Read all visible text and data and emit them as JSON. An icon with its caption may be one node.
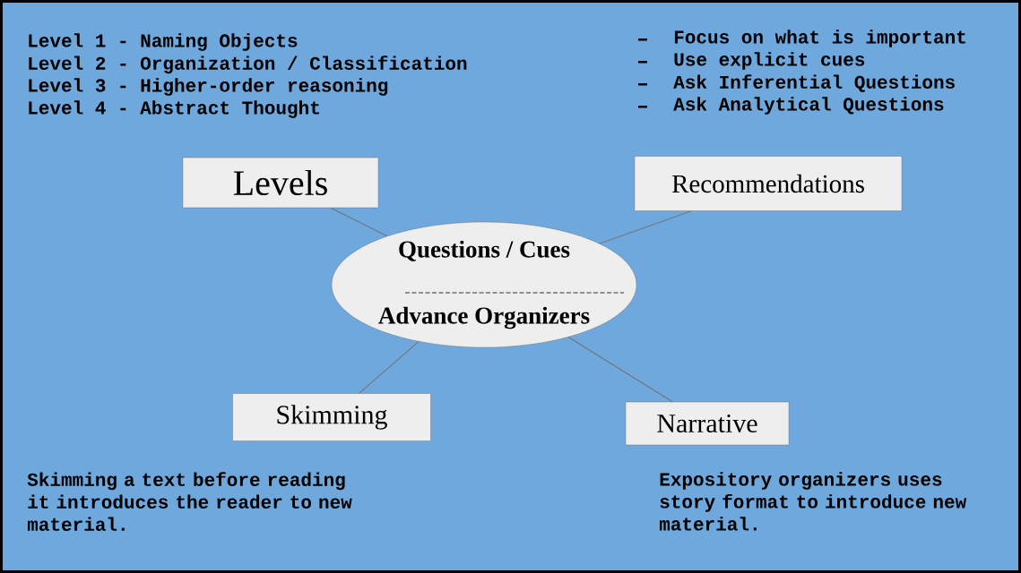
{
  "diagram": {
    "nodes": [
      {
        "text": [
          "Levels"
        ]
      },
      {
        "text": [
          "Recommendations"
        ]
      },
      {
        "text": [
          "Questions / Cues",
          "Advance Organizers"
        ]
      },
      {
        "text": [
          "Skimming"
        ]
      },
      {
        "text": [
          "Narrative"
        ]
      }
    ],
    "edges": [
      {
        "from": 2,
        "to": 0,
        "arrow": "none"
      },
      {
        "from": 2,
        "to": 1,
        "arrow": "none"
      },
      {
        "from": 2,
        "to": 3,
        "arrow": "none"
      },
      {
        "from": 2,
        "to": 4,
        "arrow": "none"
      }
    ],
    "labels": [
      "Level 1 - Naming Objects",
      "Level 2 - Organization / Classification",
      "Level 3 - Higher-order reasoning",
      "Level 4 - Abstract Thought",
      "Focus on what is important",
      "Use explicit cues",
      "Ask Inferential Questions",
      "Ask Analytical Questions",
      "Skimming a text before reading it introduces the reader to new material.",
      "Expository organizers uses story format to introduce new material."
    ]
  }
}
